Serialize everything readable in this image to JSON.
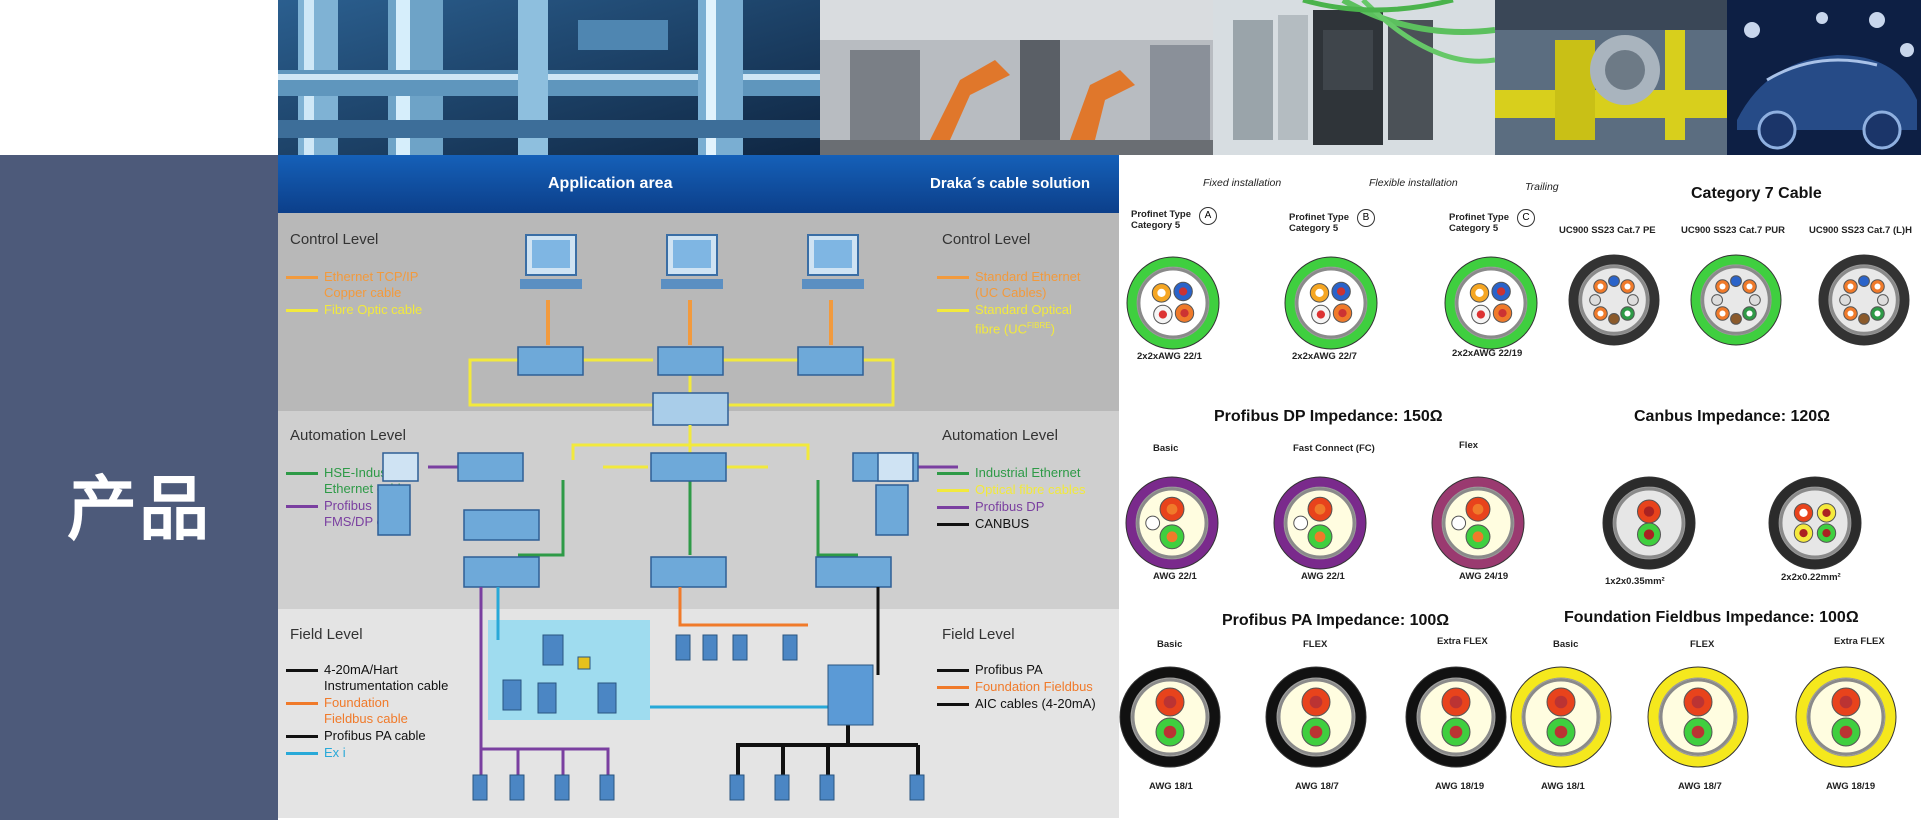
{
  "left_title": "产品",
  "photos": [
    {
      "name": "industrial-pipes-photo",
      "colors": [
        "#1d3d6a",
        "#6fa4c8",
        "#9fd1f0",
        "#2b5f8f"
      ]
    },
    {
      "name": "robot-factory-photo",
      "colors": [
        "#b1b4b8",
        "#e0772b",
        "#d9d5cc",
        "#5a5f66"
      ]
    },
    {
      "name": "control-cabinet-photo",
      "colors": [
        "#cfd6db",
        "#3b4046",
        "#69c06a",
        "#9ea8ad"
      ]
    },
    {
      "name": "valve-yellow-photo",
      "colors": [
        "#2b3848",
        "#d8cf1c",
        "#9fb1c4",
        "#4a5f7a"
      ]
    },
    {
      "name": "car-sensors-photo",
      "colors": [
        "#0d1f44",
        "#4c7ac0",
        "#a9c2e8",
        "#1b3569"
      ]
    }
  ],
  "diagram": {
    "header_left": "Application area",
    "header_right": "Draka´s cable solution",
    "control": {
      "level_label": "Control Level",
      "left_legend": [
        {
          "text": "Ethernet TCP/IP\nCopper cable",
          "color": "#f29a3d"
        },
        {
          "text": "Fibre Optic cable",
          "color": "#f2e93d"
        }
      ],
      "right_legend": [
        {
          "text": "Standard Ethernet\n(UC Cables)",
          "color": "#f29a3d"
        },
        {
          "text": "Standard Optical\nfibre (UC",
          "sup": "FIBRE",
          "tail": ")",
          "color": "#f2e93d"
        }
      ]
    },
    "automation": {
      "level_label": "Automation Level",
      "left_legend": [
        {
          "text": "HSE-Industrial\nEthernet cable",
          "color": "#2e9a47"
        },
        {
          "text": "Profibus\nFMS/DP cable",
          "color": "#7a3fa0"
        }
      ],
      "right_legend": [
        {
          "text": "Industrial Ethernet",
          "color": "#2e9a47"
        },
        {
          "text": "Optical fibre cables",
          "color": "#f2e93d"
        },
        {
          "text": "Profibus DP",
          "color": "#7a3fa0"
        },
        {
          "text": "CANBUS",
          "color": "#111111"
        }
      ]
    },
    "field": {
      "level_label": "Field Level",
      "left_legend": [
        {
          "text": "4-20mA/Hart\nInstrumentation cable",
          "color": "#111111"
        },
        {
          "text": "Foundation\nFieldbus cable",
          "color": "#f07a2a"
        },
        {
          "text": "Profibus PA cable",
          "color": "#111111"
        },
        {
          "text": "Ex i",
          "color": "#28a9d8"
        }
      ],
      "right_legend": [
        {
          "text": "Profibus PA",
          "color": "#111111"
        },
        {
          "text": "Foundation Fieldbus",
          "color": "#f07a2a"
        },
        {
          "text": "AIC cables (4-20mA)",
          "color": "#111111"
        }
      ]
    }
  },
  "cables": {
    "profinet": {
      "labels": {
        "fixed": "Fixed installation",
        "flexible": "Flexible installation",
        "trailing": "Trailing"
      },
      "types": [
        {
          "name": "Profinet Type\nCategory 5",
          "badge": "A",
          "caption": "2x2xAWG 22/1"
        },
        {
          "name": "Profinet Type\nCategory 5",
          "badge": "B",
          "caption": "2x2xAWG 22/7"
        },
        {
          "name": "Profinet Type\nCategory 5",
          "badge": "C",
          "caption": "2x2xAWG 22/19"
        }
      ]
    },
    "cat7": {
      "title": "Category 7 Cable",
      "types": [
        "UC900 SS23 Cat.7 PE",
        "UC900 SS23 Cat.7 PUR",
        "UC900 SS23 Cat.7 (L)H"
      ]
    },
    "profibus_dp": {
      "title": "Profibus DP Impedance: 150Ω",
      "types": [
        {
          "label": "Basic",
          "caption": "AWG 22/1"
        },
        {
          "label": "Fast Connect (FC)",
          "caption": "AWG 22/1"
        },
        {
          "label": "Flex",
          "caption": "AWG 24/19"
        }
      ]
    },
    "canbus": {
      "title": "Canbus Impedance: 120Ω",
      "captions": [
        "1x2x0.35mm²",
        "2x2x0.22mm²"
      ]
    },
    "profibus_pa": {
      "title": "Profibus PA Impedance: 100Ω",
      "types": [
        {
          "label": "Basic",
          "caption": "AWG 18/1"
        },
        {
          "label": "FLEX",
          "caption": "AWG 18/7"
        },
        {
          "label": "Extra FLEX",
          "caption": "AWG 18/19"
        }
      ]
    },
    "ff": {
      "title": "Foundation Fieldbus Impedance: 100Ω",
      "types": [
        {
          "label": "Basic",
          "caption": "AWG 18/1"
        },
        {
          "label": "FLEX",
          "caption": "AWG 18/7"
        },
        {
          "label": "Extra FLEX",
          "caption": "AWG 18/19"
        }
      ]
    }
  }
}
